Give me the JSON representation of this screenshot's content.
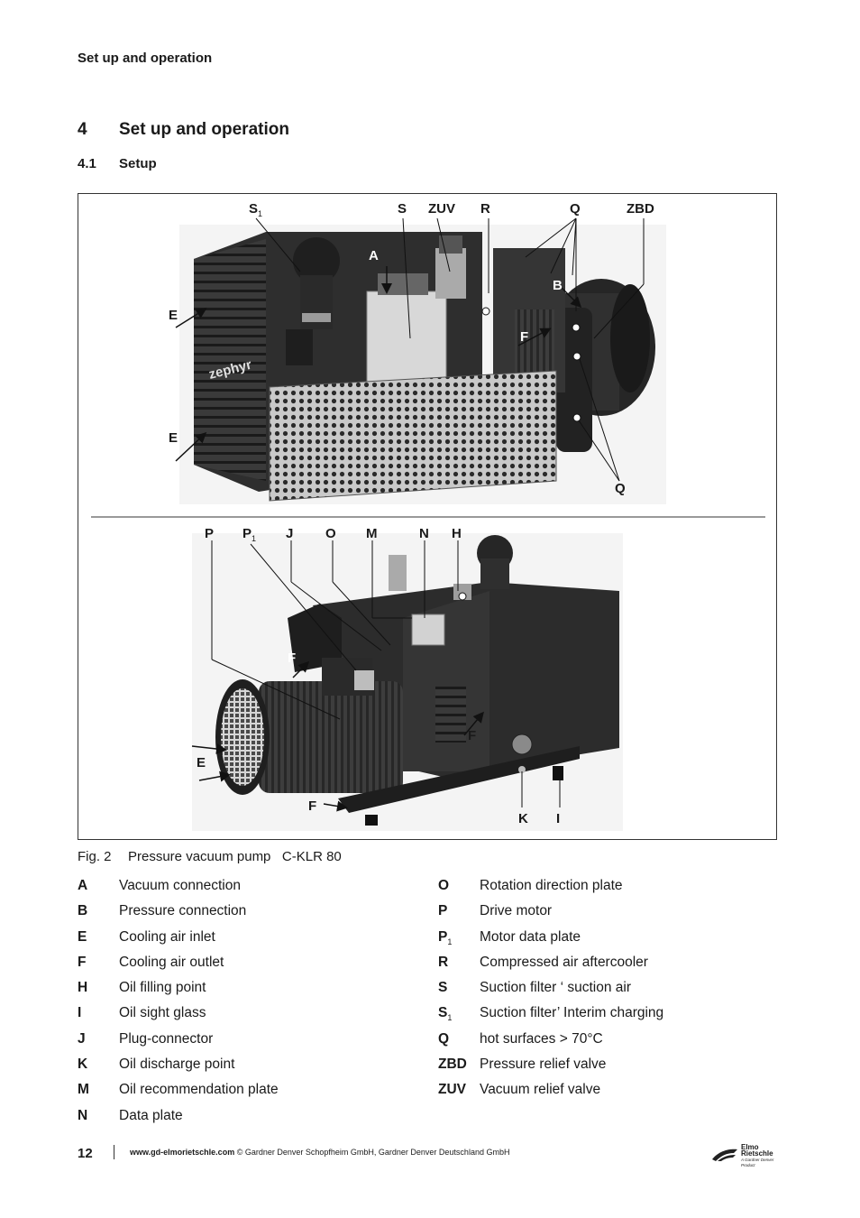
{
  "header": {
    "running_title": "Set up and operation"
  },
  "section": {
    "number": "4",
    "title": "Set up and operation"
  },
  "subsection": {
    "number": "4.1",
    "title": "Setup"
  },
  "figure": {
    "labels": {
      "S1_main": "S",
      "S1_sub": "1",
      "S": "S",
      "ZUV": "ZUV",
      "R": "R",
      "Q_top": "Q",
      "ZBD": "ZBD",
      "A": "A",
      "B": "B",
      "E_top1": "E",
      "E_top2": "E",
      "F_top": "F",
      "Q_bottom": "Q",
      "P": "P",
      "P1_main": "P",
      "P1_sub": "1",
      "J": "J",
      "O": "O",
      "M": "M",
      "N": "N",
      "H": "H",
      "F_left": "F",
      "F_right": "F",
      "E_bottom": "E",
      "F_bottom": "F",
      "K": "K",
      "I": "I"
    },
    "brand_mark": "zephyr",
    "caption_number": "Fig. 2",
    "caption_text": "Pressure vacuum pump   C-KLR 80"
  },
  "legend_left": [
    {
      "key": "A",
      "text": "Vacuum connection"
    },
    {
      "key": "B",
      "text": "Pressure connection"
    },
    {
      "key": "E",
      "text": "Cooling air inlet"
    },
    {
      "key": "F",
      "text": "Cooling air outlet"
    },
    {
      "key": "H",
      "text": "Oil filling point"
    },
    {
      "key": "I",
      "text": "Oil sight glass"
    },
    {
      "key": "J",
      "text": "Plug-connector"
    },
    {
      "key": "K",
      "text": "Oil discharge point"
    },
    {
      "key": "M",
      "text": "Oil recommendation plate"
    },
    {
      "key": "N",
      "text": "Data plate"
    }
  ],
  "legend_right": [
    {
      "key": "O",
      "key_sub": "",
      "text": "Rotation direction plate"
    },
    {
      "key": "P",
      "key_sub": "",
      "text": "Drive motor"
    },
    {
      "key": "P",
      "key_sub": "1",
      "text": "Motor data plate"
    },
    {
      "key": "R",
      "key_sub": "",
      "text": "Compressed air aftercooler"
    },
    {
      "key": "S",
      "key_sub": "",
      "text": "Suction filter ‘ suction air"
    },
    {
      "key": "S",
      "key_sub": "1",
      "text": "Suction filter’ Interim charging"
    },
    {
      "key": "Q",
      "key_sub": "",
      "text": "hot surfaces > 70°C"
    },
    {
      "key": "ZBD",
      "key_sub": "",
      "text": "Pressure relief valve"
    },
    {
      "key": "ZUV",
      "key_sub": "",
      "text": "Vacuum relief valve"
    }
  ],
  "footer": {
    "page_number": "12",
    "url": "www.gd-elmorietschle.com",
    "copyright": " © Gardner Denver Schopfheim GmbH, Gardner Denver Deutschland GmbH",
    "logo_line1": "Elmo",
    "logo_line2": "Rietschle",
    "logo_tagline": "A Gardner Denver Product"
  }
}
